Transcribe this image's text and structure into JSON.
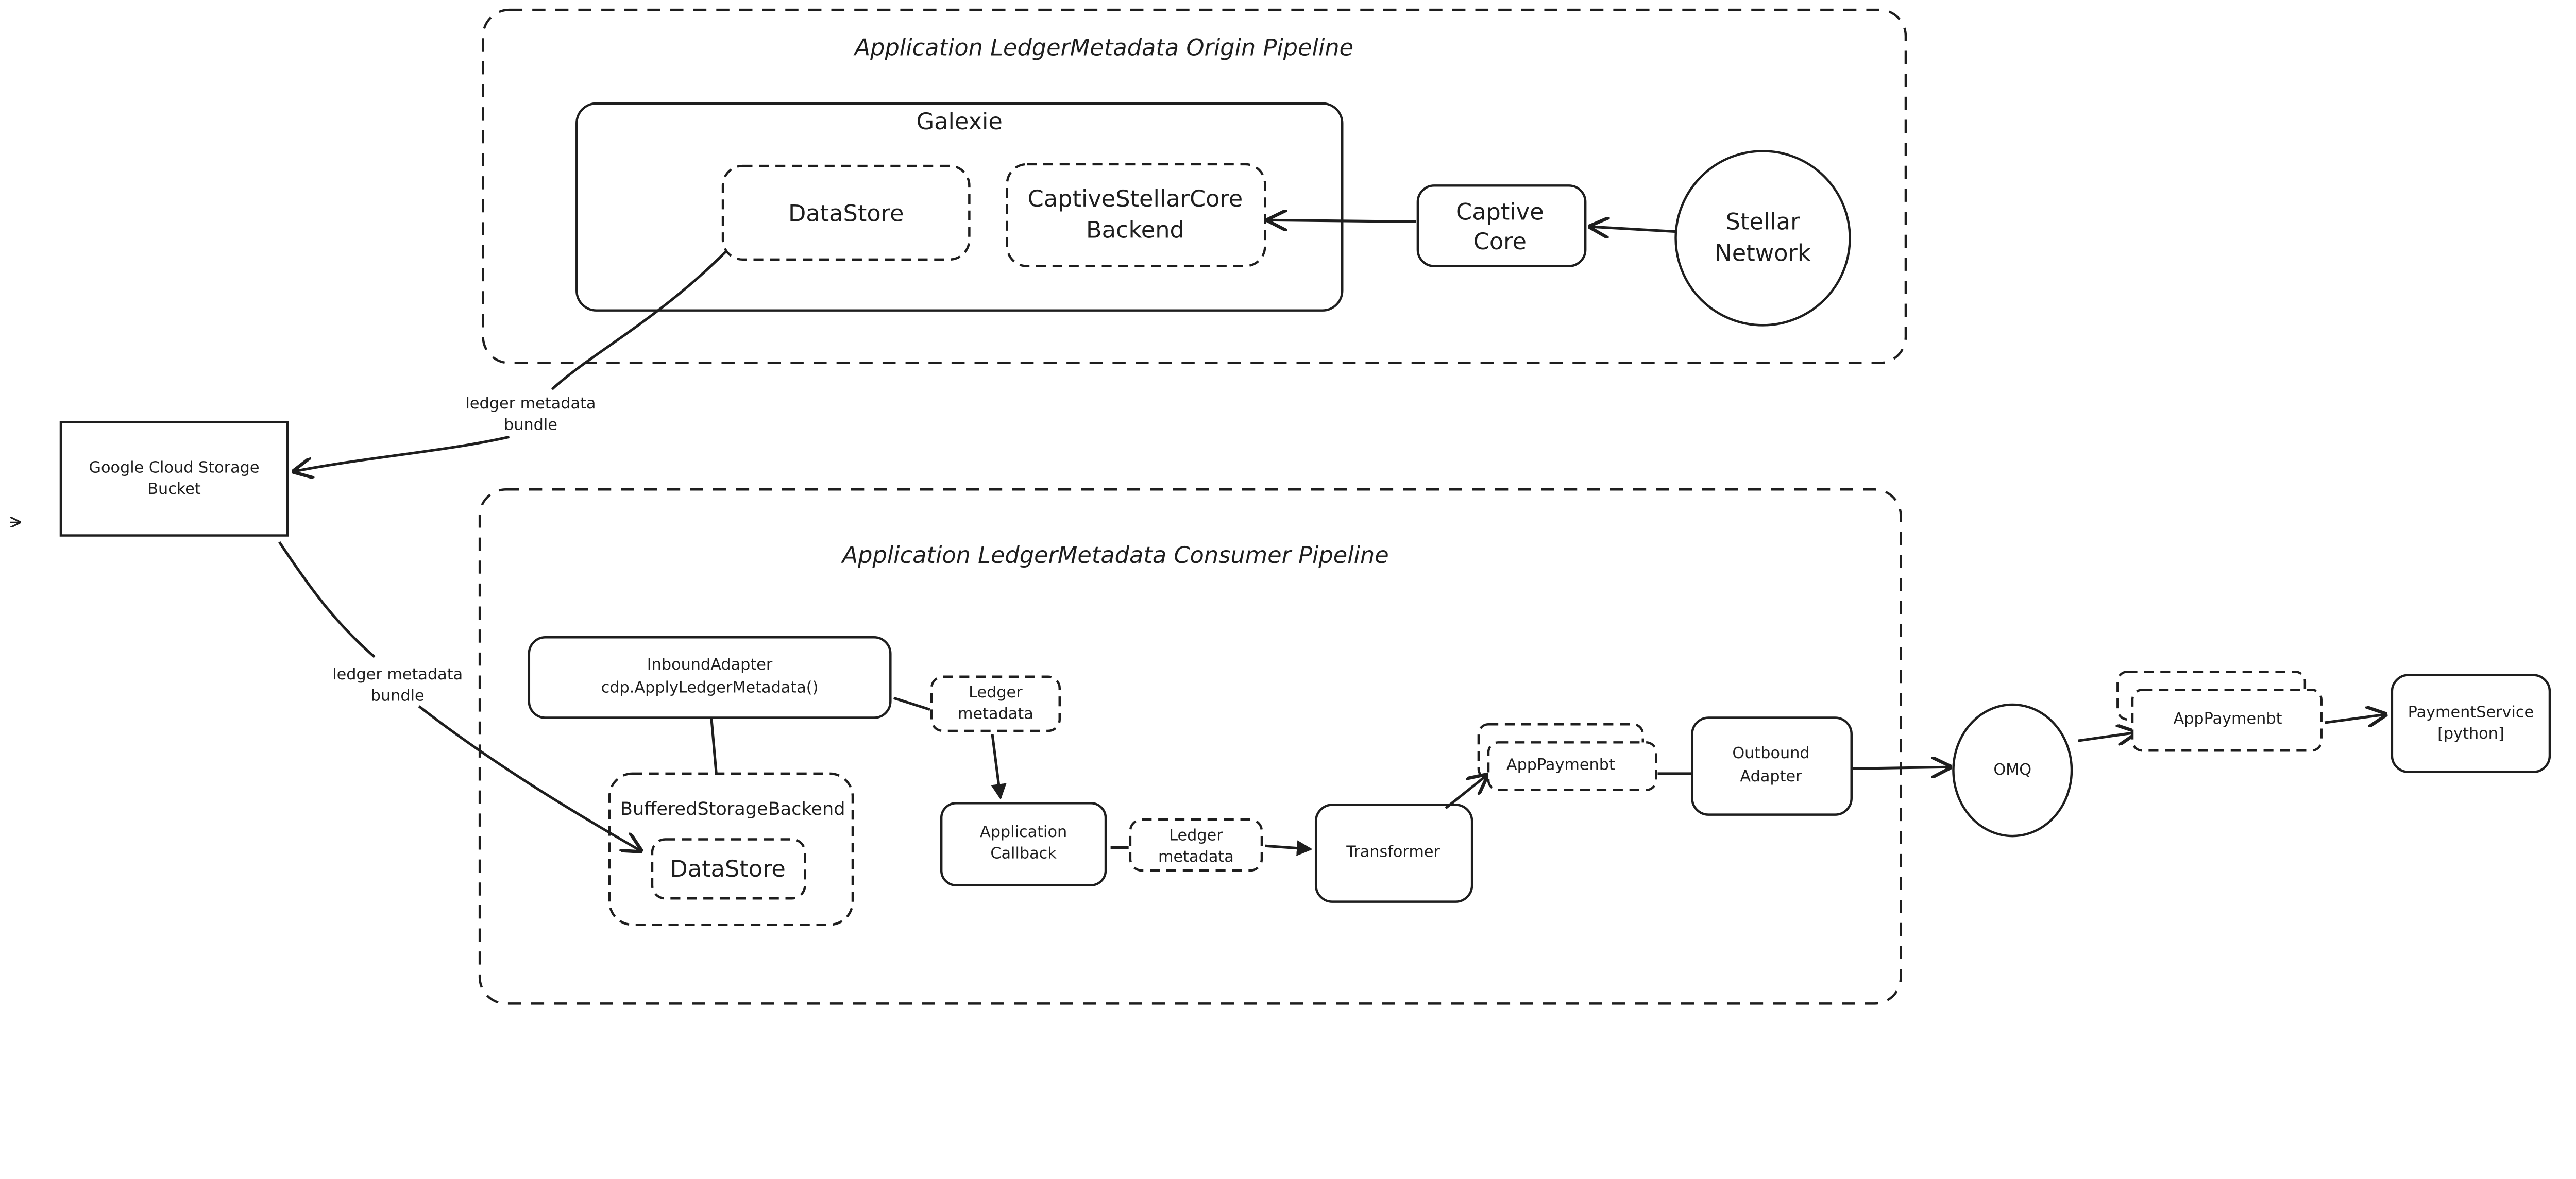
{
  "origin_pipeline": {
    "title": "Application LedgerMetadata Origin Pipeline",
    "galexie": {
      "label": "Galexie"
    },
    "datastore": {
      "label": "DataStore"
    },
    "captive_backend": {
      "line1": "CaptiveStellarCore",
      "line2": "Backend"
    },
    "captive_core": {
      "line1": "Captive",
      "line2": "Core"
    },
    "stellar_network": {
      "line1": "Stellar",
      "line2": "Network"
    }
  },
  "gcs": {
    "line1": "Google Cloud Storage",
    "line2": "Bucket"
  },
  "edge_labels": {
    "upload": {
      "line1": "ledger metadata",
      "line2": "bundle"
    },
    "download": {
      "line1": "ledger metadata",
      "line2": "bundle"
    }
  },
  "consumer_pipeline": {
    "title": "Application LedgerMetadata Consumer Pipeline",
    "inbound_adapter": {
      "line1": "InboundAdapter",
      "line2": "cdp.ApplyLedgerMetadata()"
    },
    "buffered_backend": {
      "label": "BufferedStorageBackend"
    },
    "datastore": {
      "label": "DataStore"
    },
    "ledger_metadata_1": {
      "line1": "Ledger",
      "line2": "metadata"
    },
    "app_callback": {
      "line1": "Application",
      "line2": "Callback"
    },
    "ledger_metadata_2": {
      "line1": "Ledger",
      "line2": "metadata"
    },
    "transformer": {
      "label": "Transformer"
    },
    "app_payment_1": {
      "label": "AppPaymenbt"
    },
    "outbound_adapter": {
      "line1": "Outbound",
      "line2": "Adapter"
    }
  },
  "omq": {
    "label": "OMQ"
  },
  "app_payment_2": {
    "label": "AppPaymenbt"
  },
  "payment_service": {
    "line1": "PaymentService",
    "line2": "[python]"
  }
}
